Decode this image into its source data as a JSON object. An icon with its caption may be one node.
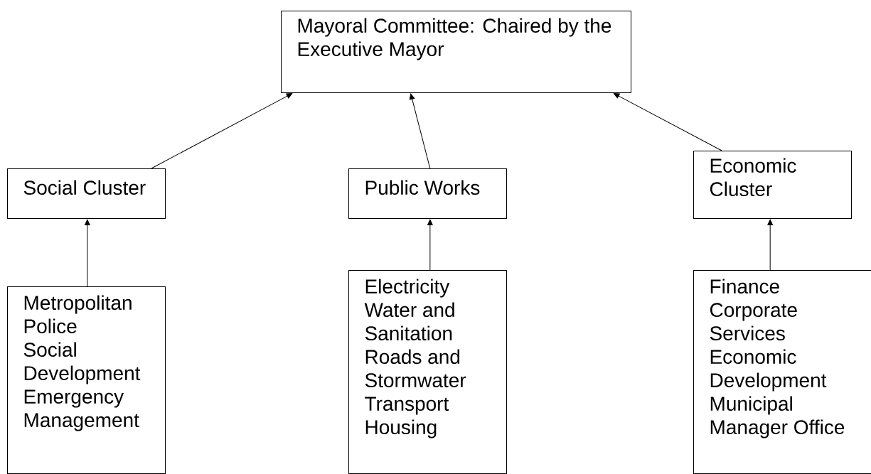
{
  "diagram": {
    "nodes": [
      {
        "text": [
          "Mayoral Committee:  Chaired by the Executive Mayor"
        ]
      },
      {
        "text": [
          "Social Cluster"
        ]
      },
      {
        "text": [
          "Public Works"
        ]
      },
      {
        "text": [
          "Economic Cluster"
        ]
      },
      {
        "text": [
          "Metropolitan Police",
          "Social Development",
          "Emergency Management"
        ]
      },
      {
        "text": [
          "Electricity",
          "Water and Sanitation",
          "Roads and Stormwater",
          "Transport",
          "Housing"
        ]
      },
      {
        "text": [
          "Finance",
          "Corporate Services",
          "Economic Development",
          "Municipal Manager Office"
        ]
      }
    ],
    "edges": [
      {
        "from": 1,
        "to": 0,
        "arrow": "to"
      },
      {
        "from": 2,
        "to": 0,
        "arrow": "to"
      },
      {
        "from": 3,
        "to": 0,
        "arrow": "to"
      },
      {
        "from": 4,
        "to": 1,
        "arrow": "to"
      },
      {
        "from": 5,
        "to": 2,
        "arrow": "to"
      },
      {
        "from": 6,
        "to": 3,
        "arrow": "to"
      }
    ]
  }
}
